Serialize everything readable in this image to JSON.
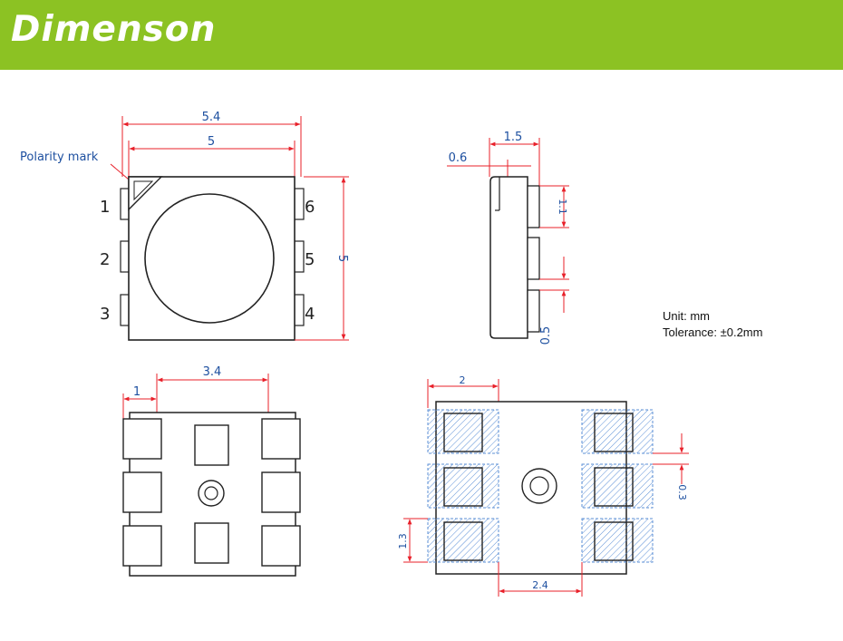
{
  "header": {
    "title": "Dimenson",
    "background": "#8cc223"
  },
  "colors": {
    "dimension_line": "#e8202a",
    "dimension_text": "#1e50a0",
    "outline": "#222222",
    "pad_hatch": "#5b8fd6"
  },
  "top_view": {
    "polarity_label": "Polarity mark",
    "width_outer": "5.4",
    "width_body": "5",
    "height": "5",
    "pins_left": [
      "1",
      "2",
      "3"
    ],
    "pins_right": [
      "6",
      "5",
      "4"
    ]
  },
  "side_view": {
    "depth": "1.5",
    "lens": "0.6",
    "pad_height": "1.1",
    "pad_gap": "0.5"
  },
  "notes": {
    "unit": "Unit: mm",
    "tolerance": "Tolerance: ±0.2mm"
  },
  "bottom_view": {
    "edge": "1",
    "pad_span": "3.4"
  },
  "footprint": {
    "pad_width": "2",
    "pad_height": "1.3",
    "pad_spacing": "0.3",
    "center_gap": "2.4"
  }
}
